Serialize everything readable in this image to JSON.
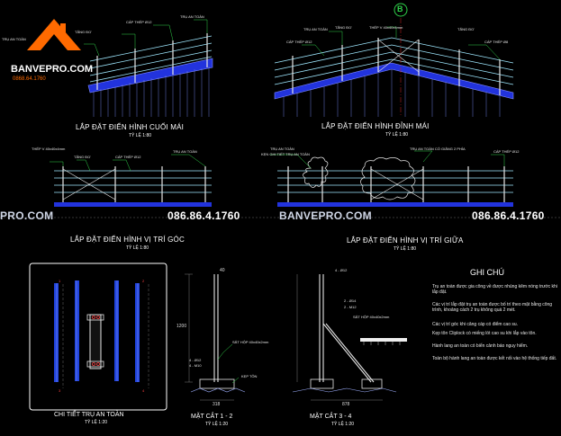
{
  "logo": {
    "brand": "BANVEPRO.COM",
    "phone": "0868.64.1760"
  },
  "watermarks": {
    "left": "PRO.COM",
    "mid": "BANVEPRO.COM",
    "phone": "086.86.4.1760"
  },
  "marker": "B",
  "views": {
    "roof_end": {
      "title": "LẮP ĐẶT ĐIỂN HÌNH CUỐI MÁI",
      "scale": "TỶ LỆ 1:80"
    },
    "ridge": {
      "title": "LẮP ĐẶT ĐIỂN HÌNH ĐỈNH MÁI",
      "scale": "TỶ LỆ 1:80"
    },
    "corner": {
      "title": "LẮP ĐẶT ĐIỂN HÌNH VỊ TRÍ GÓC",
      "scale": "TỶ LỆ 1:80"
    },
    "middle": {
      "title": "LẮP ĐẶT ĐIỂN HÌNH VỊ TRÍ GIỮA",
      "scale": "TỶ LỆ 1:80"
    },
    "post_detail": {
      "title": "CHI TIẾT TRỤ AN TOÀN",
      "scale": "TỶ LỆ 1:20"
    },
    "section_12": {
      "title": "MẶT CẮT 1 - 2",
      "scale": "TỶ LỆ 1:20"
    },
    "section_34": {
      "title": "MẶT CẮT 3 - 4",
      "scale": "TỶ LỆ 1:20"
    }
  },
  "callouts": {
    "tang_do": "TĂNG ĐƠ",
    "cap_thep": "CÁP THÉP Ø12",
    "cap_thep_s": "CÁP THÉP Ø8",
    "tru_an_toan": "TRỤ AN TOÀN",
    "thep_v": "THÉP V 40x40x4mm",
    "tru_co_giang": "TRỤ AN TOÀN CÓ GIẰNG 2 PHÍA",
    "ken_ghi": "KẸN GHI TIẾT TRỤ AN TOÀN",
    "sat_hop": "SẮT HỘP 40x40x2mm",
    "kep_ton": "KẸP TÔN",
    "d12": "4 - Ø12",
    "m10": "4 - M10",
    "d14": "2 - Ø14",
    "m12": "2 - M12"
  },
  "dims": {
    "d40": "40",
    "d1200": "1200",
    "d318": "318",
    "d878": "878"
  },
  "notes": {
    "heading": "GHI CHÚ",
    "items": [
      "Trụ an toàn được gia công về được nhúng kẽm nóng trước khi lắp đặt.",
      "Các vị trí lắp đặt trụ an toàn được bố trí theo mặt bằng công trình, khoảng cách 2 trụ không quá 2 mét.",
      "Các vị trí góc khi căng cáp có điểm cao su.",
      "Kẹp tôn Cliplock có miếng lót cao su khi lắp vào tôn.",
      "Hành lang an toàn có biển cảnh báo nguy hiểm.",
      "Toàn bộ hành lang an toàn được kết nối vào hệ thống tiếp đất."
    ]
  },
  "section_marks": {
    "m1": "1",
    "m2": "2",
    "m3": "3",
    "m4": "4"
  },
  "colors": {
    "background": "#000000",
    "roof_blue": "#2233dd",
    "cable": "#9fe8ff",
    "post": "#e6e6e6",
    "callout_green": "#2fd24a",
    "logo_orange": "#ff6a00"
  }
}
